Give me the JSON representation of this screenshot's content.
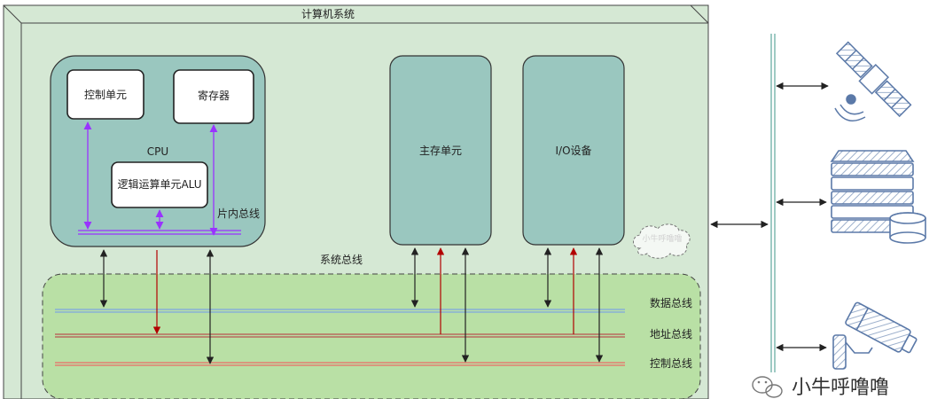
{
  "diagram": {
    "title": "计算机系统",
    "cpu": {
      "label": "CPU",
      "control_unit": "控制单元",
      "register": "寄存器",
      "alu": "逻辑运算单元ALU",
      "internal_bus": "片内总线"
    },
    "main_memory": "主存单元",
    "io_device": "I/O设备",
    "system_bus": {
      "label": "系统总线",
      "data_bus": "数据总线",
      "address_bus": "地址总线",
      "control_bus": "控制总线"
    },
    "cloud_note": "小牛呼噜噜",
    "peripherals": [
      "satellite-icon",
      "server-storage-icon",
      "surveillance-camera-icon"
    ],
    "watermark": "小牛呼噜噜",
    "colors": {
      "system_fill": "#d5e8d4",
      "component_fill": "#9ac7bf",
      "bus_area_fill": "#b9e0a5",
      "data_bus": "#7ea6e0",
      "address_bus": "#b85450",
      "control_bus": "#ea6b66",
      "internal_bus": "#9933ff",
      "address_arrow": "#b20000",
      "peripheral_icon": "#5b79a8"
    }
  }
}
